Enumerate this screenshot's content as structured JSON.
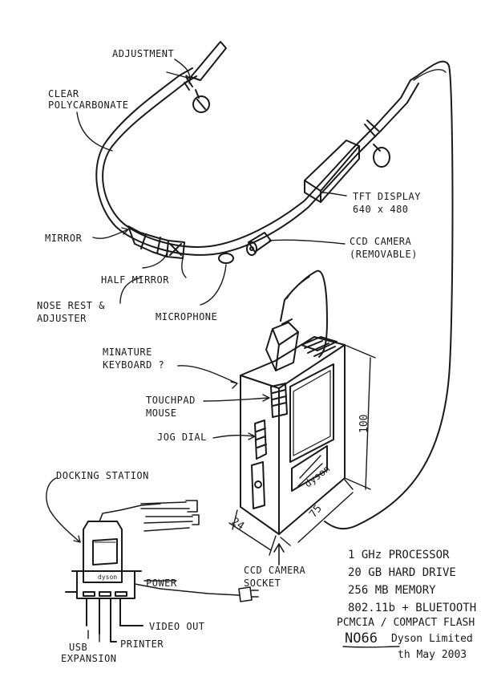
{
  "colors": {
    "ink": "#1a1a1a",
    "paper": "#ffffff"
  },
  "labels": {
    "adjustment": "ADJUSTMENT",
    "clear_polycarbonate_line1": "CLEAR",
    "clear_polycarbonate_line2": "POLYCARBONATE",
    "tft_display_line1": "TFT DISPLAY",
    "tft_display_line2": "640 x 480",
    "mirror": "MIRROR",
    "ccd_camera_removable_line1": "CCD CAMERA",
    "ccd_camera_removable_line2": "(REMOVABLE)",
    "half_mirror": "HALF MIRROR",
    "nose_rest_line1": "NOSE REST &",
    "nose_rest_line2": "ADJUSTER",
    "microphone": "MICROPHONE",
    "minature_keyboard_line1": "MINATURE",
    "minature_keyboard_line2": "KEYBOARD ?",
    "touchpad_mouse_line1": "TOUCHPAD",
    "touchpad_mouse_line2": "MOUSE",
    "jog_dial": "JOG DIAL",
    "docking_station": "DOCKING STATION",
    "power": "POWER",
    "video_out": "VIDEO OUT",
    "usb_expansion_line1": "USB",
    "usb_expansion_line2": "EXPANSION",
    "printer": "PRINTER",
    "ccd_camera_socket_line1": "CCD CAMERA",
    "ccd_camera_socket_line2": "SOCKET"
  },
  "dimensions": {
    "height": "100",
    "width": "24",
    "depth": "75"
  },
  "device_marking": "dyson",
  "dock_marking": "dyson",
  "specs": [
    "1 GHz PROCESSOR",
    "20 GB HARD DRIVE",
    "256 MB MEMORY",
    "802.11b + BLUETOOTH",
    "PCMCIA / COMPACT FLASH"
  ],
  "footer": {
    "ref": "NO66",
    "company": "Dyson Limited",
    "date": "th May 2003"
  }
}
